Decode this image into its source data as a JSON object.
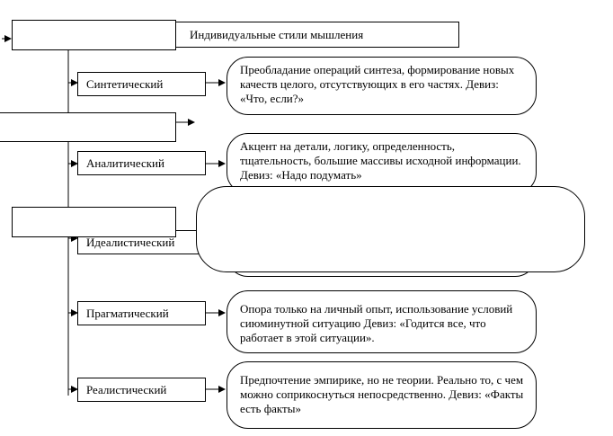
{
  "title": "Индивидуальные стили мышления",
  "styles": [
    {
      "name": "Синтетический",
      "description": "Преобладание операций синтеза, формирование новых качеств целого, отсутствующих в его частях. Девиз: «Что, если?»"
    },
    {
      "name": "Аналитический",
      "description": "Акцент на детали, логику, определенность, тщательность, большие массивы исходной информации. Девиз: «Надо подумать»"
    },
    {
      "name": "Идеалистический",
      "description": ""
    },
    {
      "name": "Прагматический",
      "description": "Опора только на личный опыт, использование условий сиюминутной ситуацию Девиз: «Годится все, что работает в этой ситуации»."
    },
    {
      "name": "Реалистический",
      "description": "Предпочтение эмпирике, но не теории. Реально то, с чем можно соприкоснуться непосредственно. Девиз: «Факты есть факты»"
    }
  ]
}
